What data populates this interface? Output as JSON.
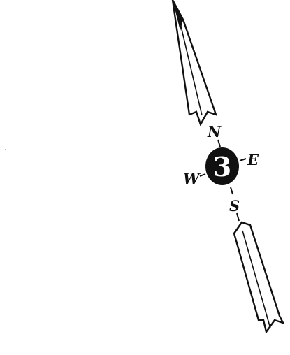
{
  "compass": {
    "north_label": "N",
    "south_label": "S",
    "east_label": "E",
    "west_label": "W",
    "center_glyph": "3",
    "ink_color": "#111111",
    "background_color": "#ffffff"
  }
}
